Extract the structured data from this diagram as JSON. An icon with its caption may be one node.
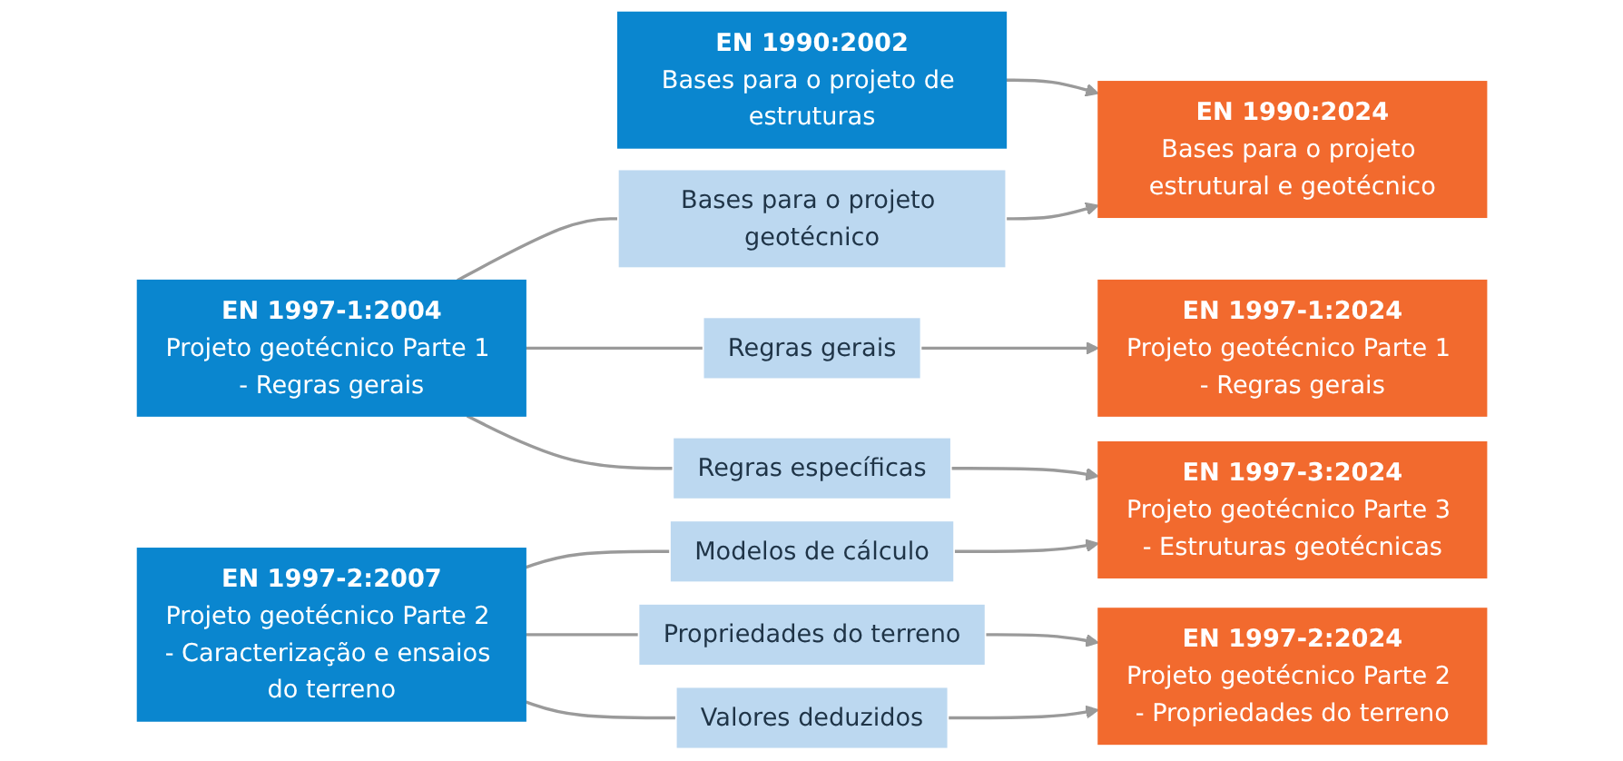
{
  "diagram": {
    "nodes": [
      {
        "text": [
          "EN 1990:2002",
          "Bases para o projeto de estruturas"
        ]
      },
      {
        "text": [
          "EN 1997-1:2004",
          "Projeto geotécnico Parte 1 - Regras gerais"
        ]
      },
      {
        "text": [
          "EN 1997-2:2007",
          "Projeto geotécnico Parte 2 - Caracterização e ensaios do terreno"
        ]
      },
      {
        "text": [
          "Bases para o projeto geotécnico"
        ]
      },
      {
        "text": [
          "Regras gerais"
        ]
      },
      {
        "text": [
          "Regras específicas"
        ]
      },
      {
        "text": [
          "Propriedades do terreno"
        ]
      },
      {
        "text": [
          "Valores deduzidos"
        ]
      },
      {
        "text": [
          "Modelos de cálculo"
        ]
      },
      {
        "text": [
          "EN 1990:2024",
          "Bases para o projeto estrutural e geotécnico"
        ]
      },
      {
        "text": [
          "EN 1997-1:2024",
          "Projeto geotécnico Parte 1 - Regras gerais"
        ]
      },
      {
        "text": [
          "EN 1997-2:2024",
          "Projeto geotécnico Parte 2 - Propriedades do terreno"
        ]
      },
      {
        "text": [
          "EN 1997-3:2024",
          "Projeto geotécnico Parte 3 - Estruturas geotécnicas"
        ]
      }
    ],
    "edges": [
      {
        "from": 0,
        "to": 9,
        "arrow": "to"
      },
      {
        "from": 1,
        "to": 3,
        "arrow": "none"
      },
      {
        "from": 1,
        "to": 4,
        "arrow": "none"
      },
      {
        "from": 1,
        "to": 5,
        "arrow": "none"
      },
      {
        "from": 2,
        "to": 6,
        "arrow": "none"
      },
      {
        "from": 2,
        "to": 7,
        "arrow": "none"
      },
      {
        "from": 2,
        "to": 8,
        "arrow": "none"
      },
      {
        "from": 3,
        "to": 9,
        "arrow": "to"
      },
      {
        "from": 4,
        "to": 10,
        "arrow": "to"
      },
      {
        "from": 5,
        "to": 12,
        "arrow": "to"
      },
      {
        "from": 6,
        "to": 11,
        "arrow": "to"
      },
      {
        "from": 7,
        "to": 11,
        "arrow": "to"
      },
      {
        "from": 8,
        "to": 12,
        "arrow": "to"
      }
    ]
  }
}
